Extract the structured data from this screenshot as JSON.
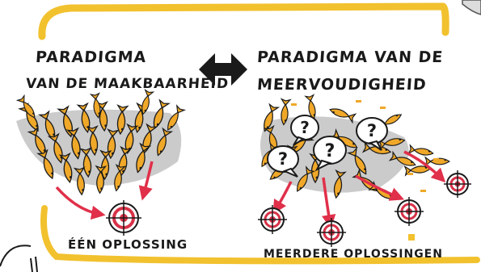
{
  "left": {
    "title_line1": "PARADIGMA",
    "title_line2": "VAN DE MAAKBAARHEID",
    "caption": "ÉÉN OPLOSSING"
  },
  "right": {
    "title_line1": "PARADIGMA VAN DE",
    "title_line2": "MEERVOUDIGHEID",
    "caption": "MEERDERE OPLOSSINGEN"
  },
  "question_mark": "?",
  "colors": {
    "frame_yellow": "#f2c12e",
    "fish_orange": "#f0a829",
    "fish_outline": "#1a1a1a",
    "arrow_red": "#e0304a",
    "target_red": "#d83248",
    "shadow_gray": "#b9b9b9",
    "ink": "#1a1a1a"
  },
  "icons": [
    "double-arrow-icon",
    "fish-icon",
    "target-icon",
    "question-bubble-icon",
    "arrow-icon"
  ]
}
